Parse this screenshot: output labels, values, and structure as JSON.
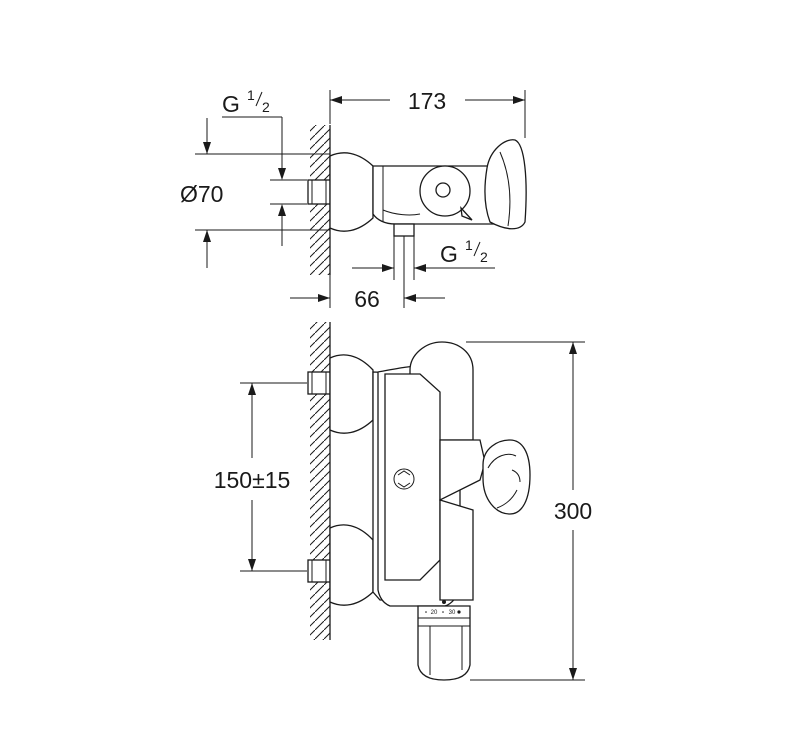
{
  "side_view": {
    "overall_length": "173",
    "inlet_thread_g": "G",
    "inlet_thread_num": "1",
    "inlet_thread_den": "2",
    "flange_diameter": "Ø70",
    "outlet_thread_g": "G",
    "outlet_thread_num": "1",
    "outlet_thread_den": "2",
    "outlet_offset": "66"
  },
  "front_view": {
    "inlet_spacing": "150±15",
    "overall_height": "300",
    "scale_20": "20",
    "scale_30": "30"
  }
}
